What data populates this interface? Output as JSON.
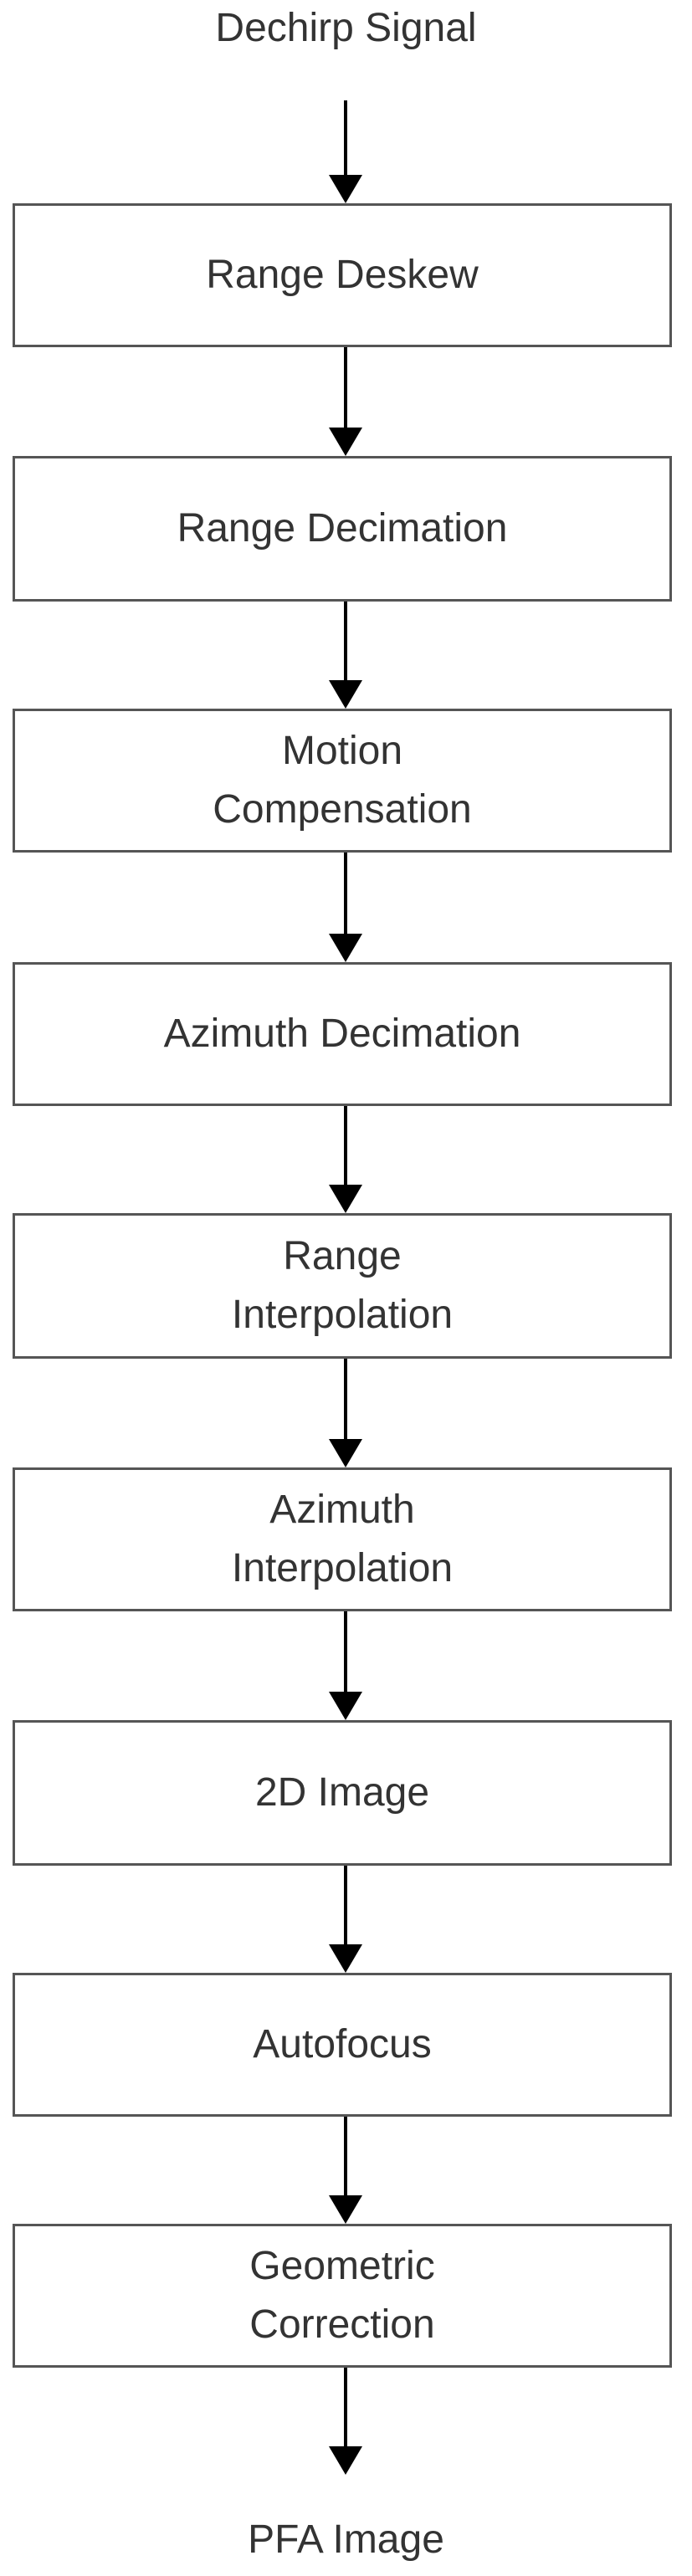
{
  "flowchart": {
    "start": "Dechirp Signal",
    "steps": [
      {
        "lines": [
          "Range Deskew"
        ]
      },
      {
        "lines": [
          "Range Decimation"
        ]
      },
      {
        "lines": [
          "Motion",
          "Compensation"
        ]
      },
      {
        "lines": [
          "Azimuth Decimation"
        ]
      },
      {
        "lines": [
          "Range",
          "Interpolation"
        ]
      },
      {
        "lines": [
          "Azimuth",
          "Interpolation"
        ]
      },
      {
        "lines": [
          "2D Image"
        ]
      },
      {
        "lines": [
          "Autofocus"
        ]
      },
      {
        "lines": [
          "Geometric",
          "Correction"
        ]
      }
    ],
    "end": "PFA Image"
  }
}
